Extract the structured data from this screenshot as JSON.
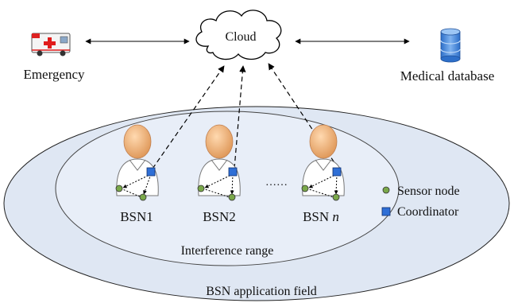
{
  "nodes": {
    "cloud": "Cloud",
    "emergency": "Emergency",
    "medical_database": "Medical database"
  },
  "bsn": [
    {
      "prefix": "BSN1",
      "suffix": ""
    },
    {
      "prefix": "BSN2",
      "suffix": ""
    },
    {
      "prefix": "BSN ",
      "suffix": "n"
    }
  ],
  "ellipsis": "……",
  "legend": {
    "sensor_node": "Sensor node",
    "coordinator": "Coordinator"
  },
  "regions": {
    "interference_range": "Interference range",
    "application_field": "BSN application field"
  },
  "colors": {
    "field_fill": "#dfe7f3",
    "sensor": "#7aa84a",
    "coordinator": "#2f6fd6",
    "skin": "#f0b37f",
    "db": "#4a8fe0"
  },
  "icons": {
    "ambulance": "ambulance-icon",
    "database": "database-icon",
    "cloud": "cloud-icon",
    "person": "person-icon"
  }
}
